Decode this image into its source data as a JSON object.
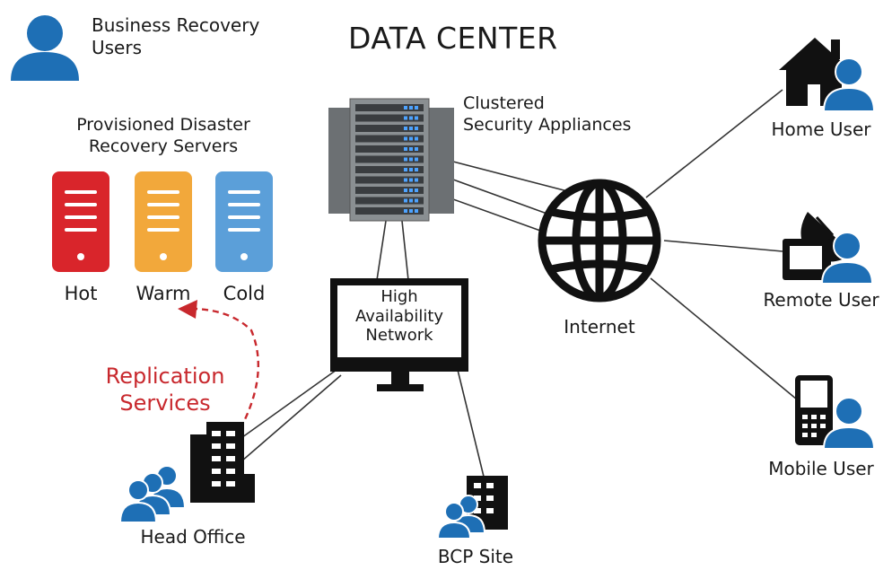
{
  "title": "DATA CENTER",
  "legend": {
    "line1": "Business Recovery",
    "line2": "Users"
  },
  "provisioned": {
    "line1": "Provisioned Disaster",
    "line2": "Recovery Servers"
  },
  "servers": [
    {
      "label": "Hot",
      "color": "#d9252b"
    },
    {
      "label": "Warm",
      "color": "#f2a83b"
    },
    {
      "label": "Cold",
      "color": "#5b9fd9"
    }
  ],
  "appliances": {
    "line1": "Clustered",
    "line2": "Security Appliances"
  },
  "ha_network": {
    "line1": "High",
    "line2": "Availability",
    "line3": "Network"
  },
  "internet": "Internet",
  "replication": {
    "line1": "Replication",
    "line2": "Services",
    "color": "#c8282d"
  },
  "head_office": "Head Office",
  "bcp_site": "BCP Site",
  "home_user": "Home User",
  "remote_user": "Remote User",
  "mobile_user": "Mobile User",
  "colors": {
    "user_blue": "#1e6fb5",
    "black": "#111111",
    "line": "#333333"
  }
}
